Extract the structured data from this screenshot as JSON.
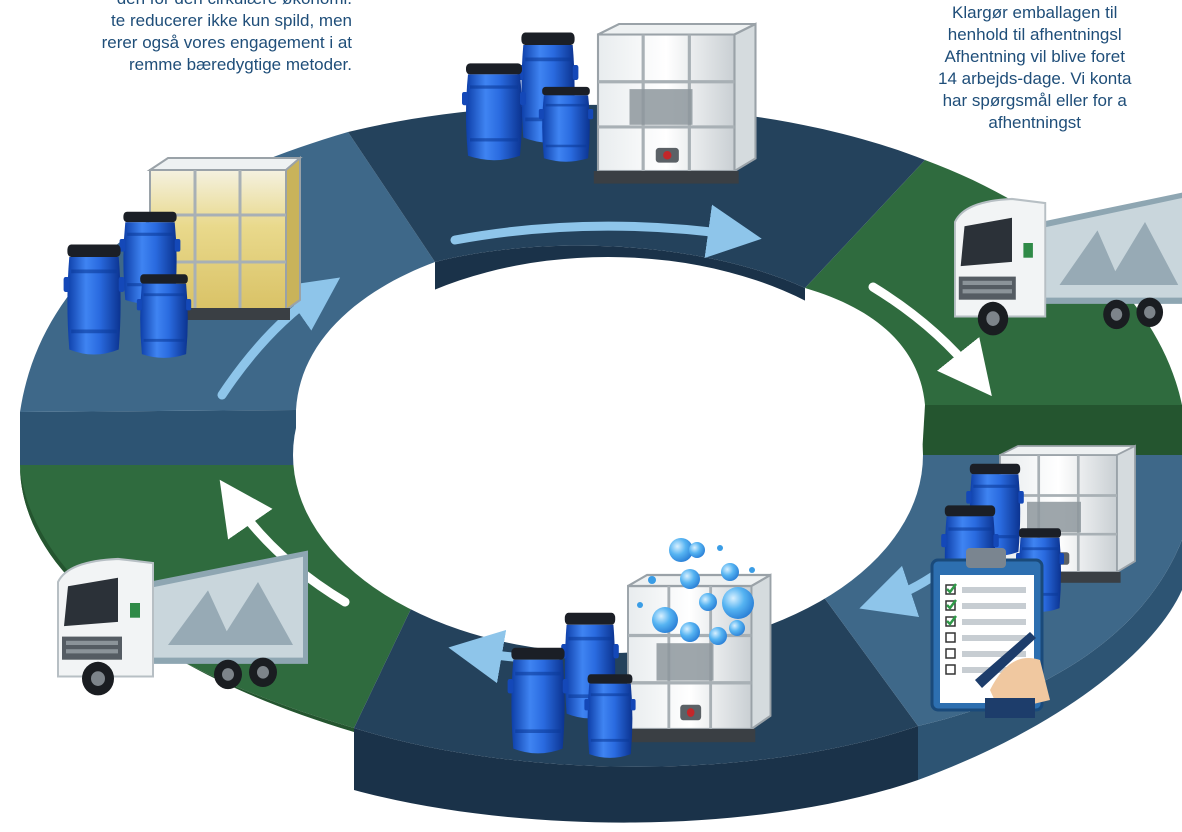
{
  "captions": {
    "left": [
      "den for den cirkulære økonomi.",
      "te reducerer ikke kun spild, men",
      "rerer også vores engagement i at",
      "remme bæredygtige metoder."
    ],
    "right": [
      "Klargør emballagen til",
      "henhold til afhentningsl",
      "Afhentning vil blive foret",
      "14 arbejds-dage. Vi konta",
      "har spørgsmål eller for a",
      "afhentningst"
    ]
  },
  "colors": {
    "segment_top_dark": "#24425c",
    "segment_side_dark": "#1a3249",
    "segment_top_blue": "#3e6889",
    "segment_side_blue": "#2d5473",
    "segment_top_green": "#2f6b3e",
    "segment_side_green": "#24552f",
    "arrow_light": "#8ec5ea",
    "arrow_white": "#ffffff",
    "container_blue": "#1f5fd6",
    "ibc_frame": "#d9dde0"
  },
  "steps": [
    {
      "id": "ibc-and-barrels-top",
      "icon": "ibc-barrels-icon"
    },
    {
      "id": "truck-pickup-right",
      "icon": "truck-icon"
    },
    {
      "id": "checklist-inspection",
      "icon": "clipboard-checklist-icon"
    },
    {
      "id": "cleaning-washing",
      "icon": "bubbles-icon"
    },
    {
      "id": "truck-delivery-left",
      "icon": "truck-icon"
    },
    {
      "id": "refilled-ibc",
      "icon": "ibc-barrels-icon"
    }
  ]
}
